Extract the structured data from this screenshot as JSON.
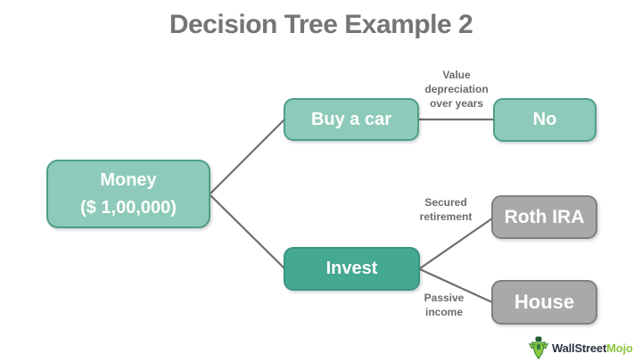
{
  "title": "Decision Tree Example 2",
  "nodes": {
    "money": {
      "label": "Money",
      "sublabel": "($ 1,00,000)"
    },
    "buy_a_car": {
      "label": "Buy a car"
    },
    "no": {
      "label": "No"
    },
    "invest": {
      "label": "Invest"
    },
    "roth_ira": {
      "label": "Roth IRA"
    },
    "house": {
      "label": "House"
    }
  },
  "edge_labels": {
    "value_depreciation": {
      "line1": "Value",
      "line2": "depreciation",
      "line3": "over years"
    },
    "secured_retirement": {
      "line1": "Secured",
      "line2": "retirement"
    },
    "passive_income": {
      "line1": "Passive",
      "line2": "income"
    }
  },
  "logo": {
    "name_dark": "WallStreet",
    "name_green": "Mojo"
  },
  "colors": {
    "node_teal_light": "#8ecab9",
    "node_teal_light_border": "#4f9e8c",
    "node_teal_dark": "#45a893",
    "node_teal_dark_border": "#3c9480",
    "node_gray": "#a9a9a9",
    "node_gray_border": "#808080",
    "connector_line": "#6e6e6e",
    "title_text": "#757575",
    "edge_label_text": "#6b6b6b",
    "logo_brand_dark": "#2d3142",
    "logo_brand_green": "#8dc63f"
  }
}
